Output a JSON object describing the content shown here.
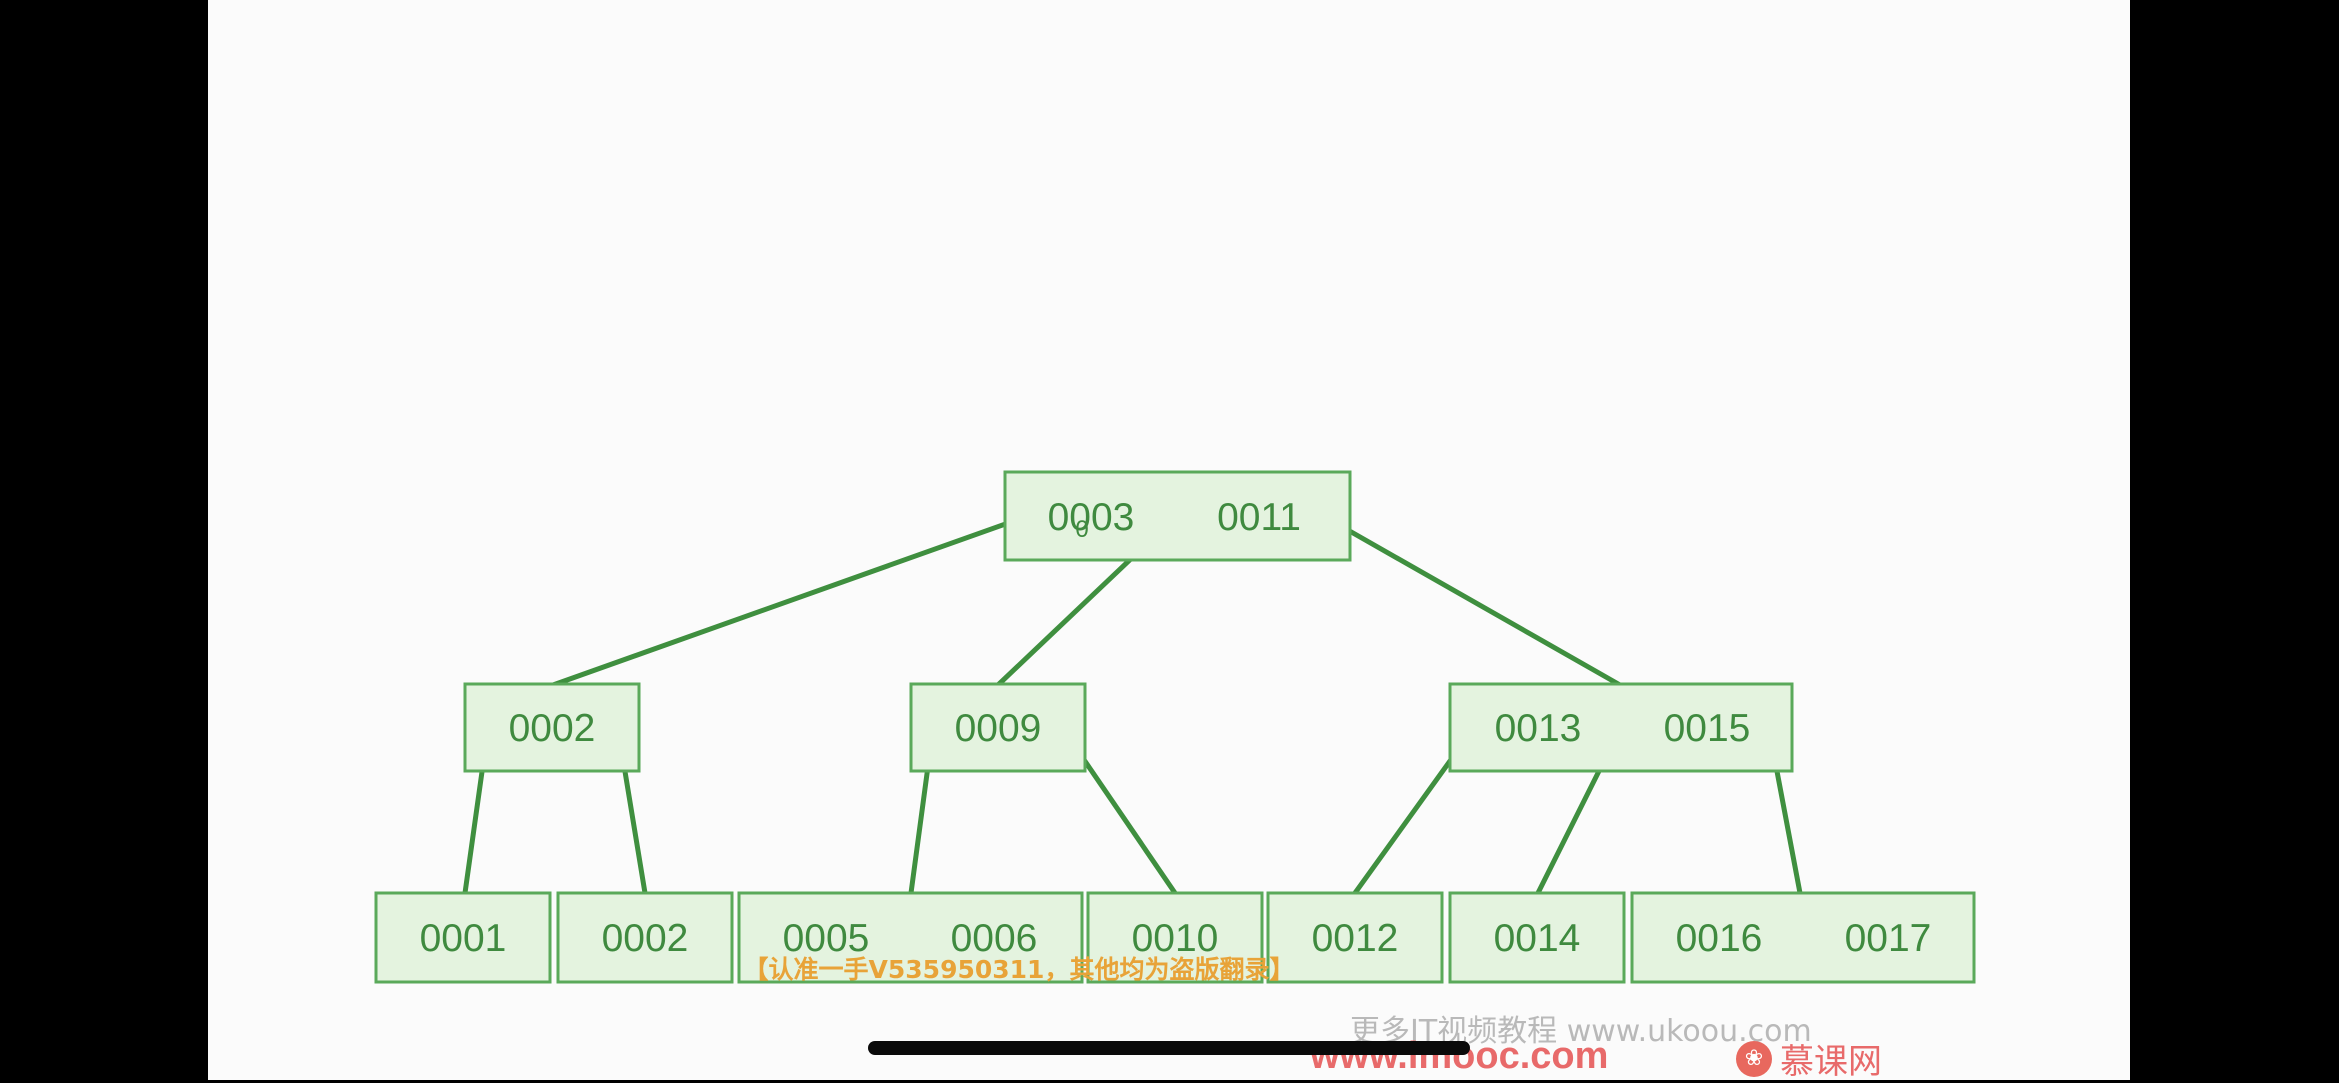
{
  "tree": {
    "root": {
      "keys": [
        "0003",
        "0011"
      ],
      "cursor_mark": "0"
    },
    "level1": [
      {
        "keys": [
          "0002"
        ]
      },
      {
        "keys": [
          "0009"
        ]
      },
      {
        "keys": [
          "0013",
          "0015"
        ]
      }
    ],
    "leaves": [
      {
        "keys": [
          "0001"
        ]
      },
      {
        "keys": [
          "0002"
        ]
      },
      {
        "keys": [
          "0005",
          "0006"
        ]
      },
      {
        "keys": [
          "0010"
        ]
      },
      {
        "keys": [
          "0012"
        ]
      },
      {
        "keys": [
          "0014"
        ]
      },
      {
        "keys": [
          "0016",
          "0017"
        ]
      }
    ]
  },
  "overlay": {
    "watermark": "【认准一手V535950311，其他均为盗版翻录】",
    "footer_tagline": "更多IT视频教程 www.ukoou.com",
    "footer_site": "www.imooc.com",
    "footer_brand": "慕课网"
  },
  "colors": {
    "node_fill": "#e4f3df",
    "node_border": "#5aa95a",
    "edge": "#3f8f3f",
    "text": "#3f8a3f",
    "background": "#fbfbfb"
  }
}
